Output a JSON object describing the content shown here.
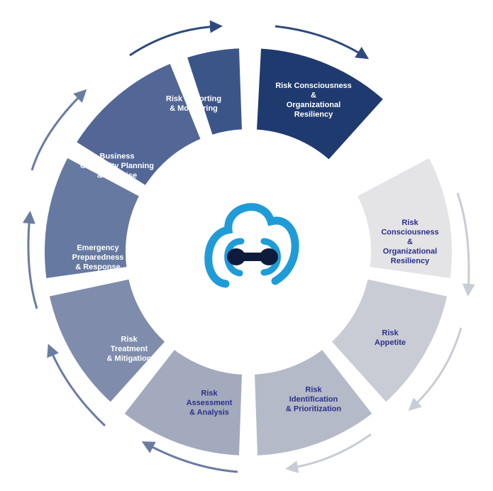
{
  "segments": [
    {
      "id": "top-right",
      "lines": [
        "Risk Consciousness",
        "&",
        "Organizational",
        "Resiliency"
      ],
      "fill": "#1f3a6e",
      "text_color": "#ffffff"
    },
    {
      "id": "right-upper",
      "lines": [
        "Risk",
        "Consciousness",
        "&",
        "Organizational",
        "Resiliency"
      ],
      "fill": "#e4e4e6",
      "text_color": "#2b2f8a"
    },
    {
      "id": "right-mid",
      "lines": [
        "Risk",
        "Appetite"
      ],
      "fill": "#c9ccd5",
      "text_color": "#2b2f8a"
    },
    {
      "id": "bottom-right",
      "lines": [
        "Risk",
        "Identification",
        "& Prioritization"
      ],
      "fill": "#b5bac8",
      "text_color": "#2b2f8a"
    },
    {
      "id": "bottom-left",
      "lines": [
        "Risk",
        "Assessment",
        "& Analysis"
      ],
      "fill": "#a3aabd",
      "text_color": "#2b2f8a"
    },
    {
      "id": "left-lower",
      "lines": [
        "Risk",
        "Treatment",
        "& Mitigation"
      ],
      "fill": "#7f8cab",
      "text_color": "#ffffff"
    },
    {
      "id": "left-mid",
      "lines": [
        "Emergency",
        "Preparedness",
        "& Response"
      ],
      "fill": "#6679a0",
      "text_color": "#ffffff"
    },
    {
      "id": "left-upper",
      "lines": [
        "Business",
        "Continuity Planning",
        "& Exercise"
      ],
      "fill": "#526796",
      "text_color": "#ffffff"
    },
    {
      "id": "top-left",
      "lines": [
        "Risk Reporting",
        "& Monitoring"
      ],
      "fill": "#3c5589",
      "text_color": "#ffffff"
    }
  ],
  "colors": {
    "arrow_dark": "#2e4a7d",
    "arrow_mid": "#6a7ca1",
    "arrow_light": "#c8ccd4",
    "logo_ring": "#1f9bd8",
    "logo_core": "#0f1b3d"
  },
  "center_logo": {
    "icon": "cloud-link-icon"
  }
}
